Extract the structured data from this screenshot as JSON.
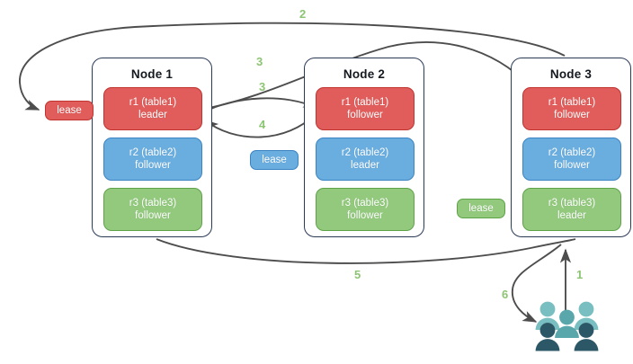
{
  "diagram": {
    "title": "lease-and-raft-replica-topology",
    "palette": {
      "red_fill": "#e05d5b",
      "red_stroke": "#c0332f",
      "blue_fill": "#6aaee0",
      "blue_stroke": "#3b83c2",
      "green_fill": "#92c97d",
      "green_stroke": "#5fa349",
      "node_border": "#2a3a55",
      "arrow": "#4d4d4d",
      "step_label": "#8cc474",
      "users_light": "#79bfc2",
      "users_mid": "#5aa7ab",
      "users_dark": "#2c5766"
    }
  },
  "nodes": [
    {
      "id": "node1",
      "title": "Node 1",
      "replicas": [
        {
          "name": "r1 (table1)",
          "role": "leader",
          "color": "red"
        },
        {
          "name": "r2 (table2)",
          "role": "follower",
          "color": "blue"
        },
        {
          "name": "r3 (table3)",
          "role": "follower",
          "color": "green"
        }
      ]
    },
    {
      "id": "node2",
      "title": "Node 2",
      "replicas": [
        {
          "name": "r1 (table1)",
          "role": "follower",
          "color": "red"
        },
        {
          "name": "r2 (table2)",
          "role": "leader",
          "color": "blue"
        },
        {
          "name": "r3 (table3)",
          "role": "follower",
          "color": "green"
        }
      ]
    },
    {
      "id": "node3",
      "title": "Node 3",
      "replicas": [
        {
          "name": "r1 (table1)",
          "role": "follower",
          "color": "red"
        },
        {
          "name": "r2 (table2)",
          "role": "follower",
          "color": "blue"
        },
        {
          "name": "r3 (table3)",
          "role": "leader",
          "color": "green"
        }
      ]
    }
  ],
  "leases": [
    {
      "id": "lease-red",
      "label": "lease",
      "color": "red"
    },
    {
      "id": "lease-blue",
      "label": "lease",
      "color": "blue"
    },
    {
      "id": "lease-green",
      "label": "lease",
      "color": "green"
    }
  ],
  "steps": [
    {
      "id": "step-1",
      "label": "1"
    },
    {
      "id": "step-2",
      "label": "2"
    },
    {
      "id": "step-3a",
      "label": "3"
    },
    {
      "id": "step-3b",
      "label": "3"
    },
    {
      "id": "step-4",
      "label": "4"
    },
    {
      "id": "step-5",
      "label": "5"
    },
    {
      "id": "step-6",
      "label": "6"
    }
  ],
  "actors": {
    "users_icon": "users-icon"
  }
}
